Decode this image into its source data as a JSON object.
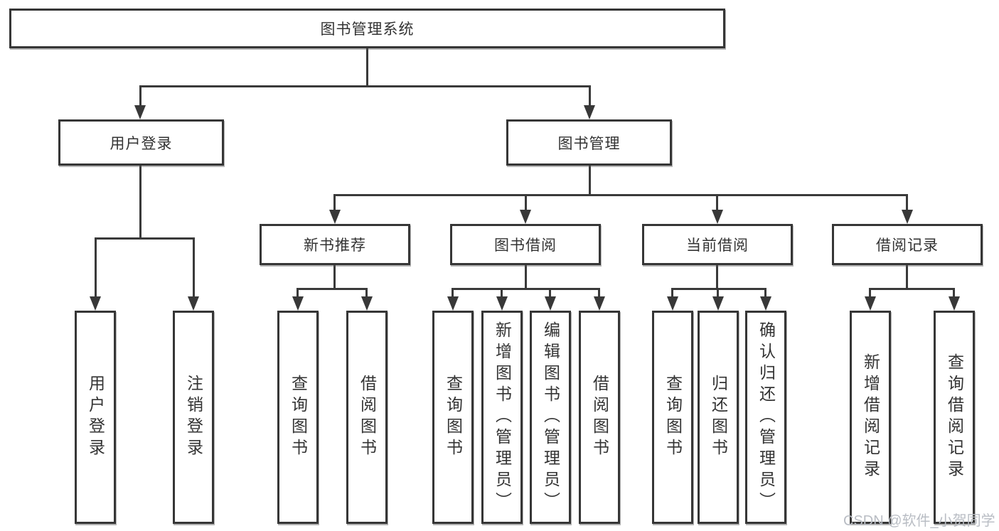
{
  "diagram": {
    "title": "图书管理系统",
    "user_branch": {
      "label": "用户登录",
      "children": [
        "用户登录",
        "注销登录"
      ]
    },
    "book_branch": {
      "label": "图书管理",
      "modules": [
        {
          "label": "新书推荐",
          "children": [
            "查询图书",
            "借阅图书"
          ]
        },
        {
          "label": "图书借阅",
          "children": [
            "查询图书",
            "新增图书（管理员）",
            "编辑图书（管理员）",
            "借阅图书"
          ]
        },
        {
          "label": "当前借阅",
          "children": [
            "查询图书",
            "归还图书",
            "确认归还（管理员）"
          ]
        },
        {
          "label": "借阅记录",
          "children": [
            "新增借阅记录",
            "查询借阅记录"
          ]
        }
      ]
    }
  },
  "watermark": {
    "text": "CSDN @软件_小贺同学"
  },
  "colors": {
    "line": "#3a3a3a",
    "box_border": "#363636",
    "text": "#333333",
    "watermark": "#b9bdc4",
    "background": "#ffffff"
  }
}
